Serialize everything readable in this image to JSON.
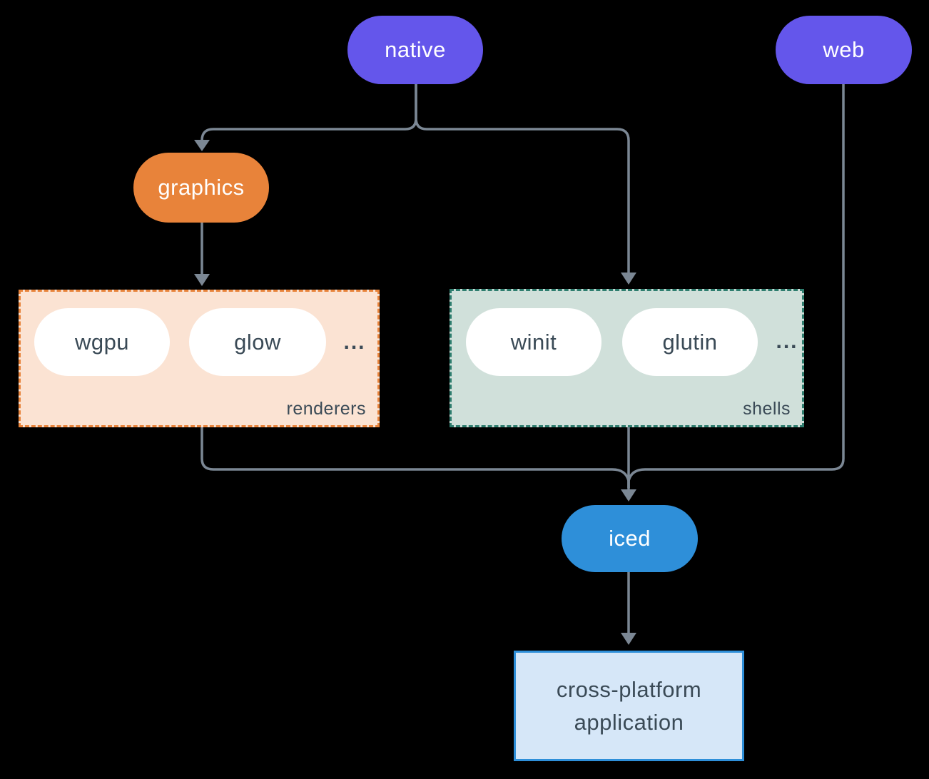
{
  "diagram": {
    "background": "#000000",
    "connector_color": "#7b8794",
    "nodes": {
      "native": {
        "label": "native",
        "fill": "#6456eb",
        "text_color": "#ffffff"
      },
      "web": {
        "label": "web",
        "fill": "#6456eb",
        "text_color": "#ffffff"
      },
      "graphics": {
        "label": "graphics",
        "fill": "#e8833a",
        "text_color": "#ffffff"
      },
      "iced": {
        "label": "iced",
        "fill": "#2e8fd9",
        "text_color": "#ffffff"
      },
      "application": {
        "label_line1": "cross-platform",
        "label_line2": "application",
        "fill": "#d6e7f8",
        "border": "#2e8fd9",
        "text_color": "#3a4a56"
      }
    },
    "groups": {
      "renderers": {
        "label": "renderers",
        "items": [
          "wgpu",
          "glow"
        ],
        "ellipsis": "...",
        "fill": "#fbe3d3",
        "border": "#e8833a",
        "item_fill": "#ffffff",
        "item_text_color": "#3a4a56"
      },
      "shells": {
        "label": "shells",
        "items": [
          "winit",
          "glutin"
        ],
        "ellipsis": "...",
        "fill": "#d0e0da",
        "border": "#2e7d6e",
        "item_fill": "#ffffff",
        "item_text_color": "#3a4a56"
      }
    }
  }
}
